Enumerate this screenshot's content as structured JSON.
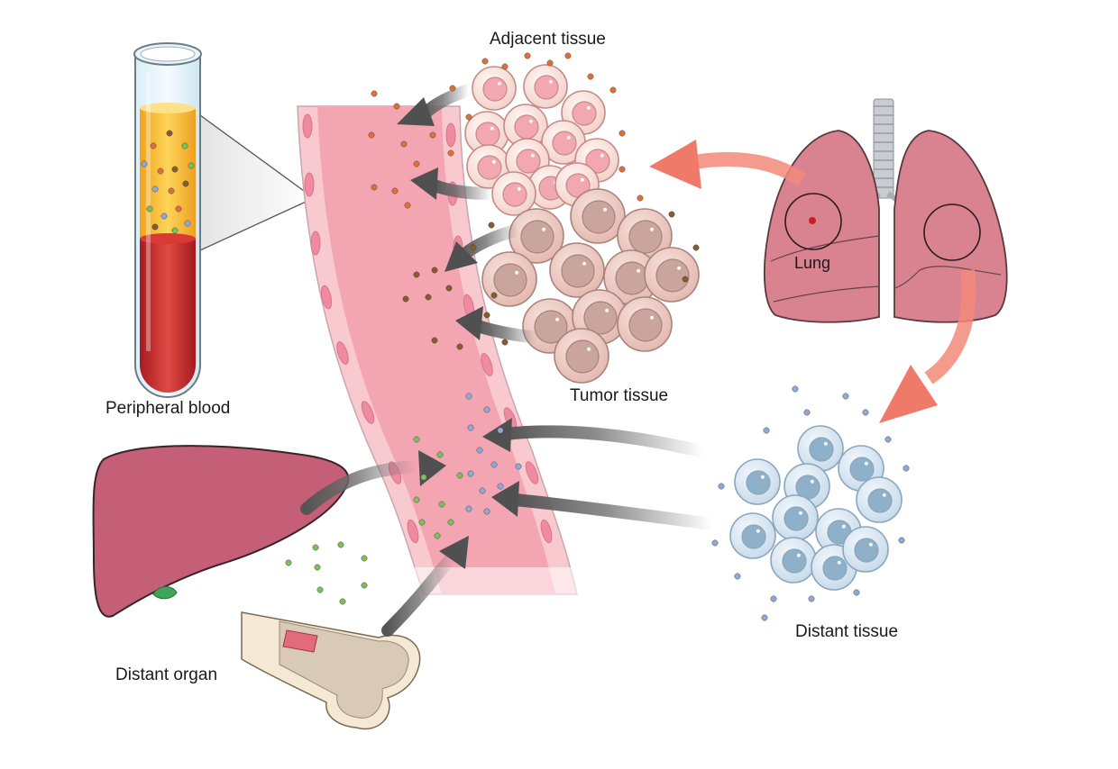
{
  "labels": {
    "adjacent": "Adjacent tissue",
    "tumor": "Tumor tissue",
    "lung": "Lung",
    "distant_tissue": "Distant tissue",
    "peripheral_blood": "Peripheral blood",
    "distant_organ": "Distant organ"
  },
  "colors": {
    "vessel": "#f2a9b5",
    "vessel_wall": "#fbe3e6",
    "blood_serum": "#f6b52a",
    "blood_red": "#c8262b",
    "liver": "#c55f77",
    "lung": "#d98391",
    "arrow_gray": "#6b6b6b",
    "arrow_salmon": "#f07a6a",
    "adjacent_cell": "#f6cdc8",
    "tumor_cell": "#e9c3bb",
    "distant_cell": "#cfe0ef",
    "dot_orange": "#e0703a",
    "dot_brown": "#8a5a2a",
    "dot_blue": "#7a9cd0",
    "dot_green": "#6bb04a"
  }
}
